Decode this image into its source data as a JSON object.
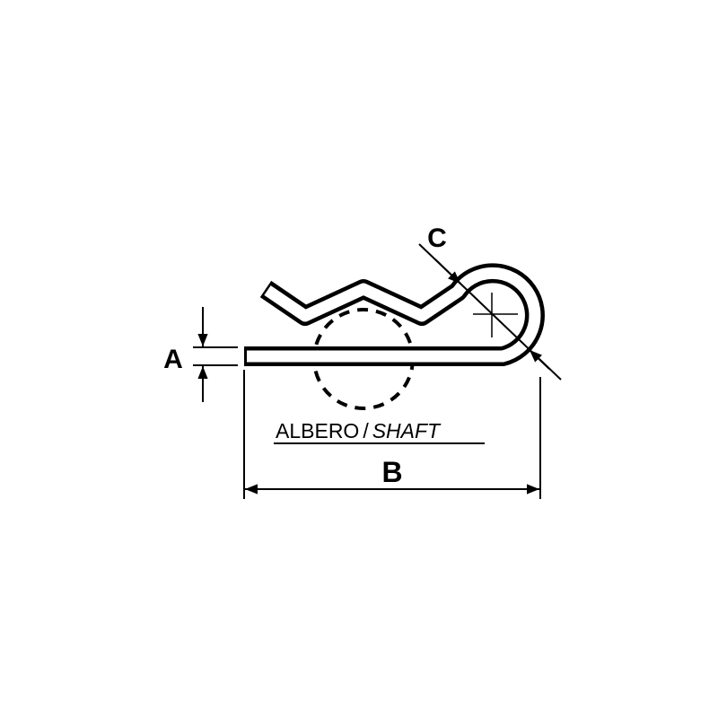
{
  "diagram": {
    "dimension_a": "A",
    "dimension_b": "B",
    "dimension_c": "C",
    "shaft_label_it": "ALBERO",
    "shaft_separator": "/",
    "shaft_label_en": "SHAFT",
    "stroke_color": "#000000",
    "background_color": "#ffffff"
  }
}
